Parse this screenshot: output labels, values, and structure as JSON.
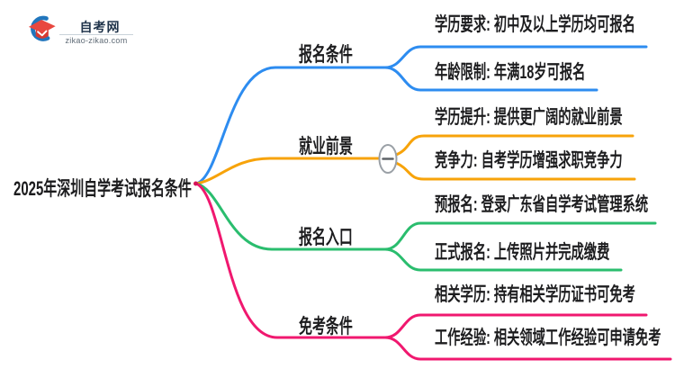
{
  "logo": {
    "site_name": "自考网",
    "site_url": "zikao-zikao.com"
  },
  "root": {
    "title": "2025年深圳自学考试报名条件"
  },
  "branches": [
    {
      "label": "报名条件",
      "color": "#2d8cf0",
      "children": [
        "学历要求: 初中及以上学历均可报名",
        "年龄限制: 年满18岁可报名"
      ]
    },
    {
      "label": "就业前景",
      "color": "#f7a30a",
      "collapsed_indicator": "−",
      "children": [
        "学历提升: 提供更广阔的就业前景",
        "竞争力: 自考学历增强求职竞争力"
      ]
    },
    {
      "label": "报名入口",
      "color": "#2abd6e",
      "children": [
        "预报名: 登录广东省自学考试管理系统",
        "正式报名: 上传照片并完成缴费"
      ]
    },
    {
      "label": "免考条件",
      "color": "#f0186f",
      "children": [
        "相关学历: 持有相关学历证书可免考",
        "工作经验: 相关领域工作经验可申请免考"
      ]
    }
  ],
  "palette": {
    "text": "#1c1c1e",
    "junction_dot": "#d4145a",
    "collapse_border": "#9aa0a6",
    "collapse_minus": "#5f6368",
    "logo_blue": "#2176bd",
    "logo_red": "#e8473f"
  }
}
